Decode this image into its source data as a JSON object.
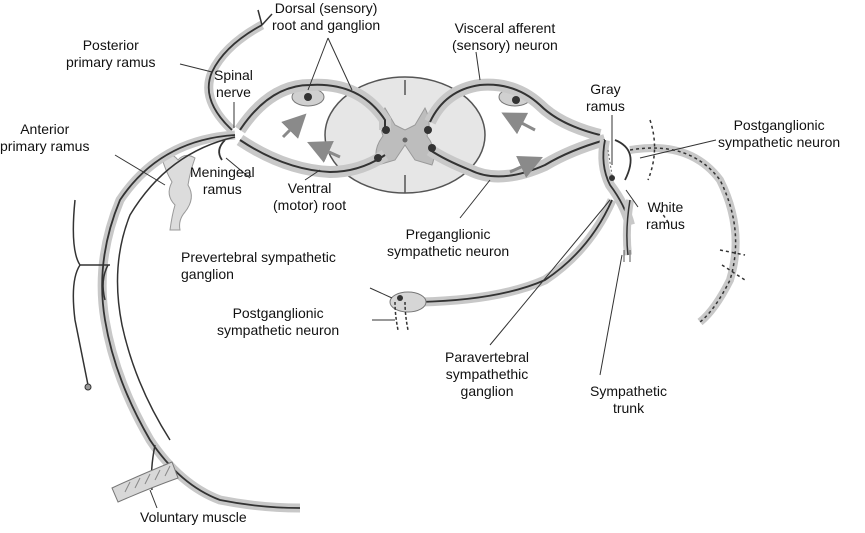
{
  "labels": {
    "dorsal_root": "Dorsal (sensory)\nroot and ganglion",
    "visceral_afferent": "Visceral afferent\n(sensory) neuron",
    "posterior_ramus": "Posterior\nprimary ramus",
    "spinal_nerve": "Spinal\nnerve",
    "gray_ramus": "Gray\nramus",
    "postganglionic_right": "Postganglionic\nsympathetic neuron",
    "anterior_ramus": "Anterior\nprimary ramus",
    "meningeal_ramus": "Meningeal\nramus",
    "ventral_root": "Ventral\n(motor) root",
    "white_ramus": "White\nramus",
    "preganglionic": "Preganglionic\nsympathetic neuron",
    "prevertebral_ganglion": "Prevertebral sympathetic\nganglion",
    "postganglionic_left": "Postganglionic\nsympathetic neuron",
    "paravertebral_ganglion": "Paravertebral\nsympathethic\nganglion",
    "sympathetic_trunk": "Sympathetic\ntrunk",
    "voluntary_muscle": "Voluntary muscle"
  }
}
